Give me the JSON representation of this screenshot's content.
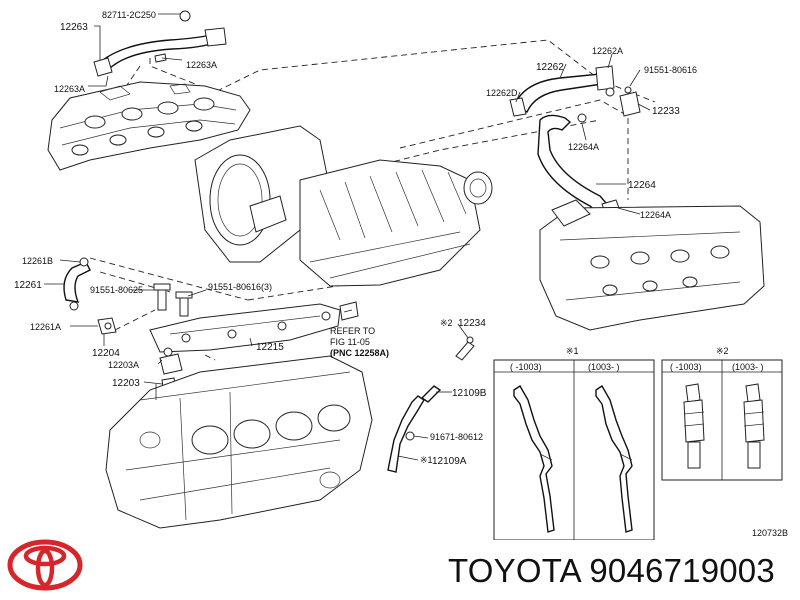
{
  "parts": {
    "p82711": "82711-2C250",
    "p12263": "12263",
    "p12263A_a": "12263A",
    "p12263A_b": "12263A",
    "p12262": "12262",
    "p12262A": "12262A",
    "p91551_80616_a": "91551-80616",
    "p12262D": "12262D",
    "p12233": "12233",
    "p12264A_a": "12264A",
    "p12264": "12264",
    "p12264A_b": "12264A",
    "p12261B": "12261B",
    "p12261": "12261",
    "p91551_80625": "91551-80625",
    "p91551_80616_3": "91551-80616(3)",
    "p12261A": "12261A",
    "p12204": "12204",
    "p12215": "12215",
    "p12203A": "12203A",
    "p12203": "12203",
    "p12234": "12234",
    "p12109B": "12109B",
    "p91671_80612": "91671-80612",
    "p12109A": "12109A"
  },
  "marks": {
    "m2": "※2",
    "m1": "※1",
    "m1_small": "※1",
    "m2_small": "※2"
  },
  "refer": {
    "line1": "REFER TO",
    "line2": "FIG 11-05",
    "line3": "(PNC 12258A)"
  },
  "inset1": {
    "left_header": "(    -1003)",
    "right_header": "(1003-    )"
  },
  "inset2": {
    "left_header": "(    -1003)",
    "right_header": "(1003-    )"
  },
  "figure_code": "120732B",
  "footer": {
    "brand_text": "TOYOTA 9046719003"
  },
  "colors": {
    "logo": "#d7262b",
    "line": "#222222"
  }
}
